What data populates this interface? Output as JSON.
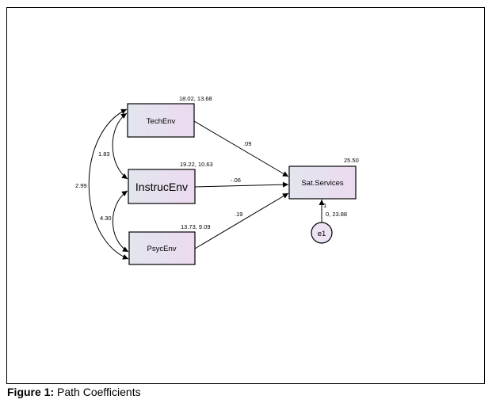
{
  "caption": {
    "label": "Figure 1:",
    "text": "Path Coefficients"
  },
  "diagram": {
    "type": "path-diagram",
    "colors": {
      "box_gradient_start": "#e2e6ee",
      "box_gradient_end": "#ecdaf0",
      "stroke": "#000000"
    },
    "nodes": {
      "techenv": {
        "label": "TechEnv",
        "estimates": "18.02, 13.68"
      },
      "instrucenv": {
        "label": "InstrucEnv",
        "estimates": "19.22, 10.63"
      },
      "psycenv": {
        "label": "PsycEnv",
        "estimates": "13.73, 9.09"
      },
      "satservices": {
        "label": "Sat.Services",
        "estimates": "25.50"
      },
      "e1": {
        "label": "e1",
        "estimates": "0, 23.88"
      }
    },
    "paths": {
      "techenv_to_sat": ".09",
      "instrucenv_to_sat": "-.06",
      "psycenv_to_sat": ".19",
      "e1_to_sat": "1"
    },
    "covariances": {
      "techenv_instrucenv": "1.83",
      "instrucenv_psycenv": "4.30",
      "techenv_psycenv": "2.99"
    }
  }
}
